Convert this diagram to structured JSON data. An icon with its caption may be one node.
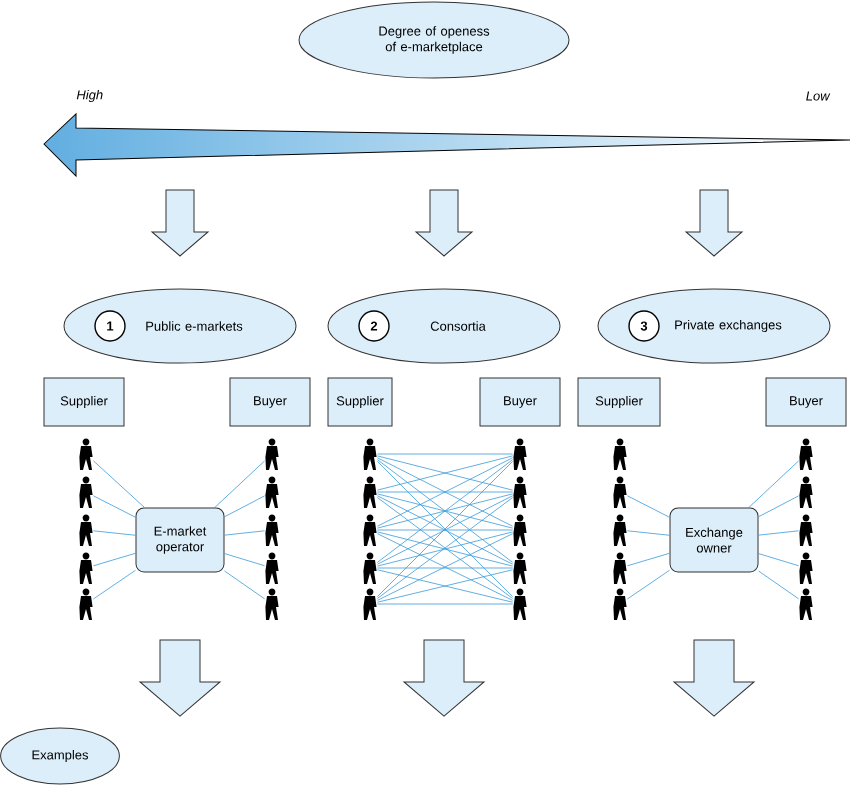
{
  "diagram": {
    "nodes": [
      {
        "text": [
          "Degree of openess of e-marketplace"
        ]
      },
      {
        "text": [
          "Public e-markets"
        ]
      },
      {
        "text": [
          "1"
        ],
        "in": 1
      },
      {
        "text": [
          "Consortia"
        ]
      },
      {
        "text": [
          "2"
        ],
        "in": 3
      },
      {
        "text": [
          "Private exchanges"
        ]
      },
      {
        "text": [
          "3"
        ],
        "in": 5
      },
      {
        "text": [
          "Supplier"
        ]
      },
      {
        "text": [
          "Buyer"
        ]
      },
      {
        "text": [
          "Supplier"
        ]
      },
      {
        "text": [
          "Buyer"
        ]
      },
      {
        "text": [
          "Supplier"
        ]
      },
      {
        "text": [
          "Buyer"
        ]
      },
      {
        "text": [
          "E-market operator"
        ]
      },
      {
        "text": [
          "Exchange owner"
        ]
      },
      {
        "text": [],
        "shape": "person"
      },
      {
        "text": [],
        "shape": "person"
      },
      {
        "text": [],
        "shape": "person"
      },
      {
        "text": [],
        "shape": "person"
      },
      {
        "text": [],
        "shape": "person"
      },
      {
        "text": [],
        "shape": "person"
      },
      {
        "text": [],
        "shape": "person"
      },
      {
        "text": [],
        "shape": "person"
      },
      {
        "text": [],
        "shape": "person"
      },
      {
        "text": [],
        "shape": "person"
      },
      {
        "text": [],
        "shape": "person"
      },
      {
        "text": [],
        "shape": "person"
      },
      {
        "text": [],
        "shape": "person"
      },
      {
        "text": [],
        "shape": "person"
      },
      {
        "text": [],
        "shape": "person"
      },
      {
        "text": [],
        "shape": "person"
      },
      {
        "text": [],
        "shape": "person"
      },
      {
        "text": [],
        "shape": "person"
      },
      {
        "text": [],
        "shape": "person"
      },
      {
        "text": [],
        "shape": "person"
      },
      {
        "text": [],
        "shape": "person"
      },
      {
        "text": [],
        "shape": "person"
      },
      {
        "text": [],
        "shape": "person"
      },
      {
        "text": [],
        "shape": "person"
      },
      {
        "text": [],
        "shape": "person"
      },
      {
        "text": [],
        "shape": "person"
      },
      {
        "text": [],
        "shape": "person"
      },
      {
        "text": [],
        "shape": "person"
      },
      {
        "text": [],
        "shape": "person"
      },
      {
        "text": [],
        "shape": "person"
      },
      {
        "text": [
          "Examples"
        ]
      }
    ],
    "edges": [
      {
        "from": 15,
        "to": 13,
        "arrow": "none"
      },
      {
        "from": 16,
        "to": 13,
        "arrow": "none"
      },
      {
        "from": 17,
        "to": 13,
        "arrow": "none"
      },
      {
        "from": 18,
        "to": 13,
        "arrow": "none"
      },
      {
        "from": 19,
        "to": 13,
        "arrow": "none"
      },
      {
        "from": 13,
        "to": 20,
        "arrow": "none"
      },
      {
        "from": 13,
        "to": 21,
        "arrow": "none"
      },
      {
        "from": 13,
        "to": 22,
        "arrow": "none"
      },
      {
        "from": 13,
        "to": 23,
        "arrow": "none"
      },
      {
        "from": 13,
        "to": 24,
        "arrow": "none"
      },
      {
        "from": 25,
        "to": 30,
        "arrow": "none"
      },
      {
        "from": 25,
        "to": 31,
        "arrow": "none"
      },
      {
        "from": 25,
        "to": 32,
        "arrow": "none"
      },
      {
        "from": 25,
        "to": 33,
        "arrow": "none"
      },
      {
        "from": 25,
        "to": 34,
        "arrow": "none"
      },
      {
        "from": 26,
        "to": 30,
        "arrow": "none"
      },
      {
        "from": 26,
        "to": 31,
        "arrow": "none"
      },
      {
        "from": 26,
        "to": 32,
        "arrow": "none"
      },
      {
        "from": 26,
        "to": 33,
        "arrow": "none"
      },
      {
        "from": 26,
        "to": 34,
        "arrow": "none"
      },
      {
        "from": 27,
        "to": 30,
        "arrow": "none"
      },
      {
        "from": 27,
        "to": 31,
        "arrow": "none"
      },
      {
        "from": 27,
        "to": 32,
        "arrow": "none"
      },
      {
        "from": 27,
        "to": 33,
        "arrow": "none"
      },
      {
        "from": 27,
        "to": 34,
        "arrow": "none"
      },
      {
        "from": 28,
        "to": 30,
        "arrow": "none"
      },
      {
        "from": 28,
        "to": 31,
        "arrow": "none"
      },
      {
        "from": 28,
        "to": 32,
        "arrow": "none"
      },
      {
        "from": 28,
        "to": 33,
        "arrow": "none"
      },
      {
        "from": 28,
        "to": 34,
        "arrow": "none"
      },
      {
        "from": 29,
        "to": 30,
        "arrow": "none"
      },
      {
        "from": 29,
        "to": 31,
        "arrow": "none"
      },
      {
        "from": 29,
        "to": 32,
        "arrow": "none"
      },
      {
        "from": 29,
        "to": 33,
        "arrow": "none"
      },
      {
        "from": 29,
        "to": 34,
        "arrow": "none"
      },
      {
        "from": 36,
        "to": 14,
        "arrow": "none"
      },
      {
        "from": 37,
        "to": 14,
        "arrow": "none"
      },
      {
        "from": 38,
        "to": 14,
        "arrow": "none"
      },
      {
        "from": 39,
        "to": 14,
        "arrow": "none"
      },
      {
        "from": 14,
        "to": 40,
        "arrow": "none"
      },
      {
        "from": 14,
        "to": 41,
        "arrow": "none"
      },
      {
        "from": 14,
        "to": 42,
        "arrow": "none"
      },
      {
        "from": 14,
        "to": 43,
        "arrow": "none"
      },
      {
        "from": 14,
        "to": 44,
        "arrow": "none"
      }
    ],
    "labels": [
      "High",
      "Low"
    ]
  }
}
